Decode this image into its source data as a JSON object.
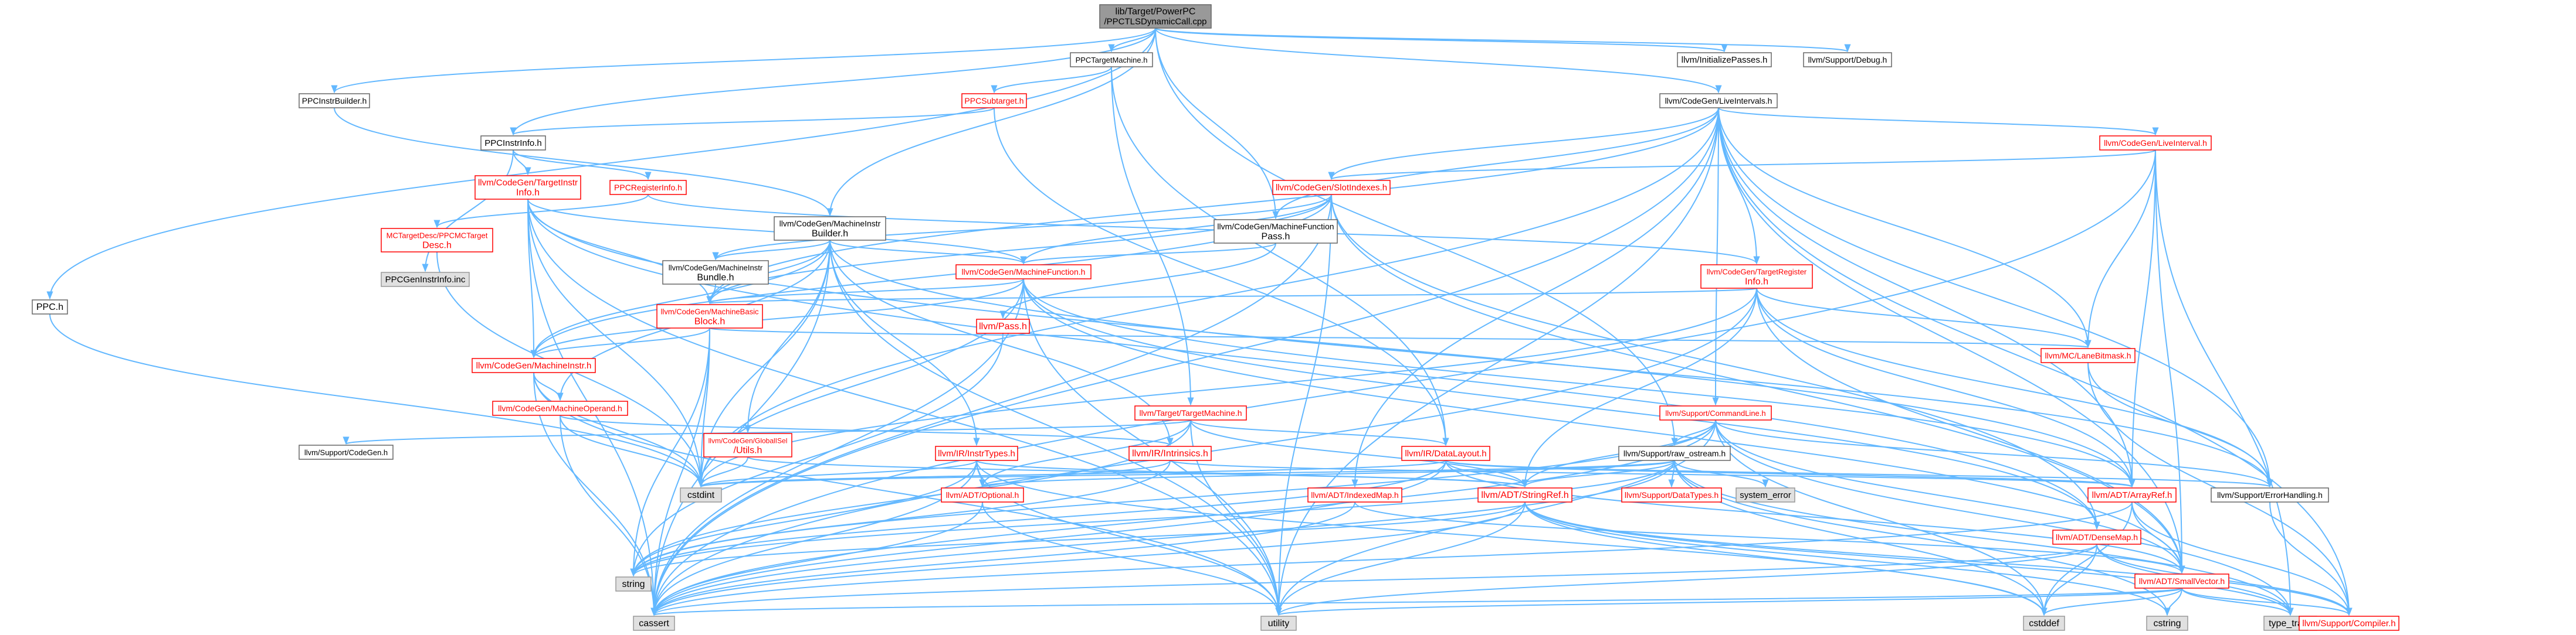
{
  "colors": {
    "edge": "#63b8ff",
    "default_border": "#666666",
    "default_text": "#000000",
    "root_fill": "#999999",
    "linked_border": "#ff0000",
    "linked_text": "#ff0000",
    "external_fill": "#e0e0e0",
    "external_border": "#999999"
  },
  "nodes": [
    {
      "id": "root",
      "label": "lib/Target/PowerPC\n/PPCTLSDynamicCall.cpp",
      "style": "root"
    },
    {
      "id": "ppcinstrbuilder",
      "label": "PPCInstrBuilder.h",
      "style": "default"
    },
    {
      "id": "ppctargetmachine",
      "label": "PPCTargetMachine.h",
      "style": "default"
    },
    {
      "id": "ppcsubtarget",
      "label": "PPCSubtarget.h",
      "style": "red"
    },
    {
      "id": "ppcinstrinfo",
      "label": "PPCInstrInfo.h",
      "style": "default"
    },
    {
      "id": "targetinstrinfo",
      "label": "llvm/CodeGen/TargetInstr\nInfo.h",
      "style": "red"
    },
    {
      "id": "ppcregisterinfo",
      "label": "PPCRegisterInfo.h",
      "style": "red"
    },
    {
      "id": "ppcmctargetdesc",
      "label": "MCTargetDesc/PPCMCTarget\nDesc.h",
      "style": "red"
    },
    {
      "id": "ppcgeninstrinfo",
      "label": "PPCGenInstrInfo.inc",
      "style": "external"
    },
    {
      "id": "ppch",
      "label": "PPC.h",
      "style": "default"
    },
    {
      "id": "initializepasses",
      "label": "llvm/InitializePasses.h",
      "style": "default"
    },
    {
      "id": "debug",
      "label": "llvm/Support/Debug.h",
      "style": "default"
    },
    {
      "id": "liveintervals",
      "label": "llvm/CodeGen/LiveIntervals.h",
      "style": "default"
    },
    {
      "id": "liveinterval",
      "label": "llvm/CodeGen/LiveInterval.h",
      "style": "red"
    },
    {
      "id": "slotindexes",
      "label": "llvm/CodeGen/SlotIndexes.h",
      "style": "red"
    },
    {
      "id": "machineinstrbuilder",
      "label": "llvm/CodeGen/MachineInstr\nBuilder.h",
      "style": "default"
    },
    {
      "id": "machinefunctionpass",
      "label": "llvm/CodeGen/MachineFunction\nPass.h",
      "style": "default"
    },
    {
      "id": "machineinstrbundle",
      "label": "llvm/CodeGen/MachineInstr\nBundle.h",
      "style": "default"
    },
    {
      "id": "machinefunction",
      "label": "llvm/CodeGen/MachineFunction.h",
      "style": "red"
    },
    {
      "id": "targetregisterinfo",
      "label": "llvm/CodeGen/TargetRegister\nInfo.h",
      "style": "red"
    },
    {
      "id": "pass",
      "label": "llvm/Pass.h",
      "style": "red"
    },
    {
      "id": "machinebasicblock",
      "label": "llvm/CodeGen/MachineBasic\nBlock.h",
      "style": "red"
    },
    {
      "id": "lanebitmask",
      "label": "llvm/MC/LaneBitmask.h",
      "style": "red"
    },
    {
      "id": "machineinstr",
      "label": "llvm/CodeGen/MachineInstr.h",
      "style": "red"
    },
    {
      "id": "machineoperand",
      "label": "llvm/CodeGen/MachineOperand.h",
      "style": "red"
    },
    {
      "id": "commandline",
      "label": "llvm/Support/CommandLine.h",
      "style": "red"
    },
    {
      "id": "targetmachine",
      "label": "llvm/Target/TargetMachine.h",
      "style": "red"
    },
    {
      "id": "codegen",
      "label": "llvm/Support/CodeGen.h",
      "style": "default"
    },
    {
      "id": "globalisel",
      "label": "llvm/CodeGen/GlobalISel\n/Utils.h",
      "style": "red"
    },
    {
      "id": "instrtypes",
      "label": "llvm/IR/InstrTypes.h",
      "style": "red"
    },
    {
      "id": "intrinsics",
      "label": "llvm/IR/Intrinsics.h",
      "style": "red"
    },
    {
      "id": "datalayout",
      "label": "llvm/IR/DataLayout.h",
      "style": "red"
    },
    {
      "id": "rawostream",
      "label": "llvm/Support/raw_ostream.h",
      "style": "default"
    },
    {
      "id": "cstdint",
      "label": "cstdint",
      "style": "external"
    },
    {
      "id": "indexedmap",
      "label": "llvm/ADT/IndexedMap.h",
      "style": "red"
    },
    {
      "id": "optional",
      "label": "llvm/ADT/Optional.h",
      "style": "red"
    },
    {
      "id": "stringref",
      "label": "llvm/ADT/StringRef.h",
      "style": "red"
    },
    {
      "id": "datatypes",
      "label": "llvm/Support/DataTypes.h",
      "style": "red"
    },
    {
      "id": "systemerror",
      "label": "system_error",
      "style": "external"
    },
    {
      "id": "arrayref",
      "label": "llvm/ADT/ArrayRef.h",
      "style": "red"
    },
    {
      "id": "errorhandling",
      "label": "llvm/Support/ErrorHandling.h",
      "style": "default"
    },
    {
      "id": "densemap",
      "label": "llvm/ADT/DenseMap.h",
      "style": "red"
    },
    {
      "id": "smallvector",
      "label": "llvm/ADT/SmallVector.h",
      "style": "red"
    },
    {
      "id": "string",
      "label": "string",
      "style": "external"
    },
    {
      "id": "cassert",
      "label": "cassert",
      "style": "external"
    },
    {
      "id": "utility",
      "label": "utility",
      "style": "external"
    },
    {
      "id": "cstddef",
      "label": "cstddef",
      "style": "external"
    },
    {
      "id": "cstring",
      "label": "cstring",
      "style": "external"
    },
    {
      "id": "typetraits",
      "label": "type_traits",
      "style": "external"
    },
    {
      "id": "compiler",
      "label": "llvm/Support/Compiler.h",
      "style": "red"
    }
  ],
  "edges": [
    [
      "root",
      "ppcinstrbuilder"
    ],
    [
      "root",
      "ppctargetmachine"
    ],
    [
      "root",
      "initializepasses"
    ],
    [
      "root",
      "debug"
    ],
    [
      "root",
      "liveintervals"
    ],
    [
      "root",
      "ppch"
    ],
    [
      "root",
      "ppcinstrinfo"
    ],
    [
      "root",
      "machinefunctionpass"
    ],
    [
      "root",
      "machineinstrbuilder"
    ],
    [
      "root",
      "rawostream"
    ],
    [
      "ppcinstrbuilder",
      "machineinstrbuilder"
    ],
    [
      "ppctargetmachine",
      "ppcsubtarget"
    ],
    [
      "ppctargetmachine",
      "targetmachine"
    ],
    [
      "ppctargetmachine",
      "datalayout"
    ],
    [
      "ppcsubtarget",
      "ppcinstrinfo"
    ],
    [
      "ppcsubtarget",
      "datalayout"
    ],
    [
      "ppcinstrinfo",
      "targetinstrinfo"
    ],
    [
      "ppcinstrinfo",
      "ppcregisterinfo"
    ],
    [
      "ppcinstrinfo",
      "ppcgeninstrinfo"
    ],
    [
      "targetinstrinfo",
      "machinebasicblock"
    ],
    [
      "targetinstrinfo",
      "machinefunction"
    ],
    [
      "targetinstrinfo",
      "machineinstr"
    ],
    [
      "targetinstrinfo",
      "cassert"
    ],
    [
      "targetinstrinfo",
      "cstdint"
    ],
    [
      "targetinstrinfo",
      "arrayref"
    ],
    [
      "targetinstrinfo",
      "densemap"
    ],
    [
      "targetinstrinfo",
      "utility"
    ],
    [
      "ppcregisterinfo",
      "ppcmctargetdesc"
    ],
    [
      "ppcregisterinfo",
      "targetregisterinfo"
    ],
    [
      "ppcmctargetdesc",
      "cstdint"
    ],
    [
      "ppch",
      "cstdint"
    ],
    [
      "liveintervals",
      "liveinterval"
    ],
    [
      "liveintervals",
      "slotindexes"
    ],
    [
      "liveintervals",
      "machinebasicblock"
    ],
    [
      "liveintervals",
      "machinefunctionpass"
    ],
    [
      "liveintervals",
      "targetregisterinfo"
    ],
    [
      "liveintervals",
      "commandline"
    ],
    [
      "liveintervals",
      "errorhandling"
    ],
    [
      "liveintervals",
      "compiler"
    ],
    [
      "liveintervals",
      "lanebitmask"
    ],
    [
      "liveintervals",
      "arrayref"
    ],
    [
      "liveintervals",
      "indexedmap"
    ],
    [
      "liveintervals",
      "smallvector"
    ],
    [
      "liveintervals",
      "cassert"
    ],
    [
      "liveintervals",
      "cstdint"
    ],
    [
      "liveintervals",
      "utility"
    ],
    [
      "liveinterval",
      "slotindexes"
    ],
    [
      "liveinterval",
      "lanebitmask"
    ],
    [
      "liveinterval",
      "cassert"
    ],
    [
      "liveinterval",
      "smallvector"
    ],
    [
      "liveinterval",
      "arrayref"
    ],
    [
      "liveinterval",
      "typetraits"
    ],
    [
      "slotindexes",
      "machinebasicblock"
    ],
    [
      "slotindexes",
      "machinefunction"
    ],
    [
      "slotindexes",
      "machineinstr"
    ],
    [
      "slotindexes",
      "machineinstrbundle"
    ],
    [
      "slotindexes",
      "densemap"
    ],
    [
      "slotindexes",
      "smallvector"
    ],
    [
      "slotindexes",
      "cassert"
    ],
    [
      "slotindexes",
      "utility"
    ],
    [
      "machineinstrbuilder",
      "machineinstrbundle"
    ],
    [
      "machineinstrbuilder",
      "machinefunction"
    ],
    [
      "machineinstrbuilder",
      "machinebasicblock"
    ],
    [
      "machineinstrbuilder",
      "machineinstr"
    ],
    [
      "machineinstrbuilder",
      "machineoperand"
    ],
    [
      "machineinstrbuilder",
      "globalisel"
    ],
    [
      "machineinstrbuilder",
      "instrtypes"
    ],
    [
      "machineinstrbuilder",
      "intrinsics"
    ],
    [
      "machineinstrbuilder",
      "errorhandling"
    ],
    [
      "machineinstrbuilder",
      "cassert"
    ],
    [
      "machineinstrbuilder",
      "cstdint"
    ],
    [
      "machineinstrbuilder",
      "utility"
    ],
    [
      "machinefunctionpass",
      "machinefunction"
    ],
    [
      "machinefunctionpass",
      "pass"
    ],
    [
      "machineinstrbundle",
      "machinebasicblock"
    ],
    [
      "machinefunction",
      "machinebasicblock"
    ],
    [
      "machinefunction",
      "machineinstr"
    ],
    [
      "machinefunction",
      "arrayref"
    ],
    [
      "machinefunction",
      "densemap"
    ],
    [
      "machinefunction",
      "smallvector"
    ],
    [
      "machinefunction",
      "cassert"
    ],
    [
      "machinefunction",
      "cstdint"
    ],
    [
      "machinefunction",
      "utility"
    ],
    [
      "targetregisterinfo",
      "machinebasicblock"
    ],
    [
      "targetregisterinfo",
      "lanebitmask"
    ],
    [
      "targetregisterinfo",
      "arrayref"
    ],
    [
      "targetregisterinfo",
      "smallvector"
    ],
    [
      "targetregisterinfo",
      "stringref"
    ],
    [
      "targetregisterinfo",
      "errorhandling"
    ],
    [
      "targetregisterinfo",
      "cassert"
    ],
    [
      "targetregisterinfo",
      "cstdint"
    ],
    [
      "pass",
      "string"
    ],
    [
      "machinebasicblock",
      "machineinstr"
    ],
    [
      "machinebasicblock",
      "lanebitmask"
    ],
    [
      "machinebasicblock",
      "cassert"
    ],
    [
      "machinebasicblock",
      "cstdint"
    ],
    [
      "machinebasicblock",
      "string"
    ],
    [
      "lanebitmask",
      "compiler"
    ],
    [
      "lanebitmask",
      "errorhandling"
    ],
    [
      "machineinstr",
      "machineoperand"
    ],
    [
      "machineinstr",
      "cassert"
    ],
    [
      "machineinstr",
      "cstdint"
    ],
    [
      "machineinstr",
      "utility"
    ],
    [
      "machineoperand",
      "intrinsics"
    ],
    [
      "machineoperand",
      "cassert"
    ],
    [
      "machineoperand",
      "cstdint"
    ],
    [
      "commandline",
      "stringref"
    ],
    [
      "commandline",
      "smallvector"
    ],
    [
      "commandline",
      "errorhandling"
    ],
    [
      "commandline",
      "rawostream"
    ],
    [
      "commandline",
      "cassert"
    ],
    [
      "commandline",
      "string"
    ],
    [
      "commandline",
      "typetraits"
    ],
    [
      "commandline",
      "utility"
    ],
    [
      "commandline",
      "cstddef"
    ],
    [
      "targetmachine",
      "codegen"
    ],
    [
      "targetmachine",
      "datalayout"
    ],
    [
      "targetmachine",
      "stringref"
    ],
    [
      "targetmachine",
      "optional"
    ],
    [
      "targetmachine",
      "string"
    ],
    [
      "targetmachine",
      "utility"
    ],
    [
      "globalisel",
      "cstdint"
    ],
    [
      "globalisel",
      "stringref"
    ],
    [
      "instrtypes",
      "optional"
    ],
    [
      "instrtypes",
      "stringref"
    ],
    [
      "instrtypes",
      "cassert"
    ],
    [
      "instrtypes",
      "string"
    ],
    [
      "instrtypes",
      "utility"
    ],
    [
      "instrtypes",
      "cstddef"
    ],
    [
      "instrtypes",
      "cstdint"
    ],
    [
      "intrinsics",
      "arrayref"
    ],
    [
      "intrinsics",
      "optional"
    ],
    [
      "intrinsics",
      "string"
    ],
    [
      "datalayout",
      "arrayref"
    ],
    [
      "datalayout",
      "stringref"
    ],
    [
      "datalayout",
      "smallvector"
    ],
    [
      "datalayout",
      "errorhandling"
    ],
    [
      "datalayout",
      "cassert"
    ],
    [
      "datalayout",
      "cstdint"
    ],
    [
      "datalayout",
      "string"
    ],
    [
      "rawostream",
      "stringref"
    ],
    [
      "rawostream",
      "datatypes"
    ],
    [
      "rawostream",
      "systemerror"
    ],
    [
      "rawostream",
      "cassert"
    ],
    [
      "rawostream",
      "cstddef"
    ],
    [
      "rawostream",
      "cstdint"
    ],
    [
      "rawostream",
      "cstring"
    ],
    [
      "rawostream",
      "string"
    ],
    [
      "rawostream",
      "typetraits"
    ],
    [
      "rawostream",
      "optional"
    ],
    [
      "indexedmap",
      "smallvector"
    ],
    [
      "indexedmap",
      "cassert"
    ],
    [
      "optional",
      "utility"
    ],
    [
      "optional",
      "cassert"
    ],
    [
      "stringref",
      "compiler"
    ],
    [
      "stringref",
      "cassert"
    ],
    [
      "stringref",
      "cstddef"
    ],
    [
      "stringref",
      "cstring"
    ],
    [
      "stringref",
      "string"
    ],
    [
      "stringref",
      "typetraits"
    ],
    [
      "stringref",
      "utility"
    ],
    [
      "arrayref",
      "smallvector"
    ],
    [
      "arrayref",
      "compiler"
    ],
    [
      "arrayref",
      "cassert"
    ],
    [
      "arrayref",
      "cstddef"
    ],
    [
      "densemap",
      "compiler"
    ],
    [
      "densemap",
      "cassert"
    ],
    [
      "densemap",
      "cstddef"
    ],
    [
      "densemap",
      "utility"
    ],
    [
      "densemap",
      "typetraits"
    ],
    [
      "smallvector",
      "compiler"
    ],
    [
      "smallvector",
      "cassert"
    ],
    [
      "smallvector",
      "cstddef"
    ],
    [
      "smallvector",
      "cstring"
    ],
    [
      "smallvector",
      "typetraits"
    ],
    [
      "smallvector",
      "utility"
    ],
    [
      "errorhandling",
      "compiler"
    ]
  ]
}
